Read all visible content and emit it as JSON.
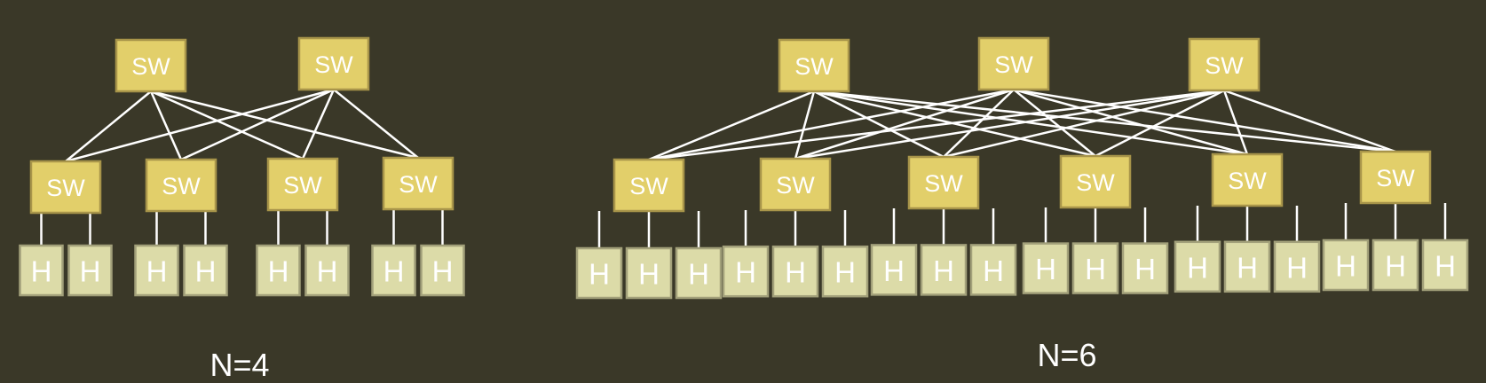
{
  "diagrams": [
    {
      "caption": "N=4",
      "core": [
        "SW",
        "SW"
      ],
      "edge": [
        "SW",
        "SW",
        "SW",
        "SW"
      ],
      "hosts_per_edge": 2,
      "host_label": "H"
    },
    {
      "caption": "N=6",
      "core": [
        "SW",
        "SW",
        "SW"
      ],
      "edge": [
        "SW",
        "SW",
        "SW",
        "SW",
        "SW",
        "SW"
      ],
      "hosts_per_edge": 3,
      "host_label": "H"
    }
  ],
  "colors": {
    "background": "#3a3828",
    "switch_fill": "#e2cf6a",
    "host_fill": "#dcdba8",
    "link": "#ffffff"
  }
}
